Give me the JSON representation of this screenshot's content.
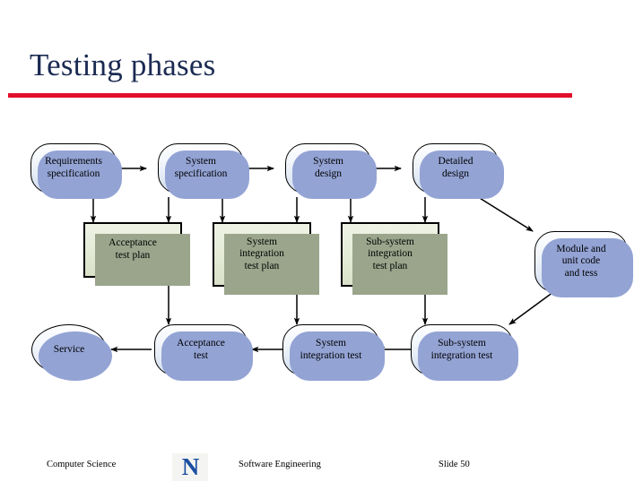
{
  "slide": {
    "title": "Testing phases",
    "accent_rule_color": "#e2102a",
    "title_color": "#1b2a52"
  },
  "diagram": {
    "type": "flow-diagram",
    "node_colors": {
      "stage_fill_top": "#fdfeff",
      "stage_fill_bottom": "#cfdcee",
      "stage_shadow": "#93a3d4",
      "plan_fill_top": "#eef3e6",
      "plan_fill_bottom": "#d9e2c8",
      "plan_shadow": "#9aa58c",
      "border": "#000000"
    },
    "nodes": [
      {
        "id": "requirements-specification",
        "label": "Requirements\nspecification",
        "shape": "rounded-rect",
        "style": "stage"
      },
      {
        "id": "system-specification",
        "label": "System\nspecification",
        "shape": "rounded-rect",
        "style": "stage"
      },
      {
        "id": "system-design",
        "label": "System\ndesign",
        "shape": "rounded-rect",
        "style": "stage"
      },
      {
        "id": "detailed-design",
        "label": "Detailed\ndesign",
        "shape": "rounded-rect",
        "style": "stage"
      },
      {
        "id": "module-and-unit-code-and-tess",
        "label": "Module and\nunit code\nand tess",
        "shape": "rounded-rect",
        "style": "stage"
      },
      {
        "id": "acceptance-test-plan",
        "label": "Acceptance\ntest plan",
        "shape": "rect",
        "style": "plan"
      },
      {
        "id": "system-integration-test-plan",
        "label": "System\nintegration\ntest plan",
        "shape": "rect",
        "style": "plan"
      },
      {
        "id": "sub-system-integration-test-plan",
        "label": "Sub-system\nintegration\ntest plan",
        "shape": "rect",
        "style": "plan"
      },
      {
        "id": "service",
        "label": "Service",
        "shape": "ellipse",
        "style": "ellipse"
      },
      {
        "id": "acceptance-test",
        "label": "Acceptance\ntest",
        "shape": "rounded-rect",
        "style": "stage"
      },
      {
        "id": "system-integration-test",
        "label": "System\nintegration test",
        "shape": "rounded-rect",
        "style": "stage"
      },
      {
        "id": "sub-system-integration-test",
        "label": "Sub-system\nintegration test",
        "shape": "rounded-rect",
        "style": "stage"
      }
    ],
    "edges": [
      {
        "from": "requirements-specification",
        "to": "system-specification"
      },
      {
        "from": "system-specification",
        "to": "system-design"
      },
      {
        "from": "system-design",
        "to": "detailed-design"
      },
      {
        "from": "requirements-specification",
        "to": "acceptance-test-plan"
      },
      {
        "from": "system-specification",
        "to": "acceptance-test-plan"
      },
      {
        "from": "system-specification",
        "to": "system-integration-test-plan"
      },
      {
        "from": "system-design",
        "to": "system-integration-test-plan"
      },
      {
        "from": "system-design",
        "to": "sub-system-integration-test-plan"
      },
      {
        "from": "detailed-design",
        "to": "sub-system-integration-test-plan"
      },
      {
        "from": "detailed-design",
        "to": "module-and-unit-code-and-tess"
      },
      {
        "from": "acceptance-test-plan",
        "to": "acceptance-test"
      },
      {
        "from": "system-integration-test-plan",
        "to": "system-integration-test"
      },
      {
        "from": "sub-system-integration-test-plan",
        "to": "sub-system-integration-test"
      },
      {
        "from": "module-and-unit-code-and-tess",
        "to": "sub-system-integration-test"
      },
      {
        "from": "sub-system-integration-test",
        "to": "system-integration-test"
      },
      {
        "from": "system-integration-test",
        "to": "acceptance-test"
      },
      {
        "from": "acceptance-test",
        "to": "service"
      }
    ]
  },
  "footer": {
    "left": "Computer Science",
    "logo_letter": "N",
    "logo_color": "#1a4fa0",
    "middle": "Software Engineering",
    "right": "Slide  50"
  }
}
